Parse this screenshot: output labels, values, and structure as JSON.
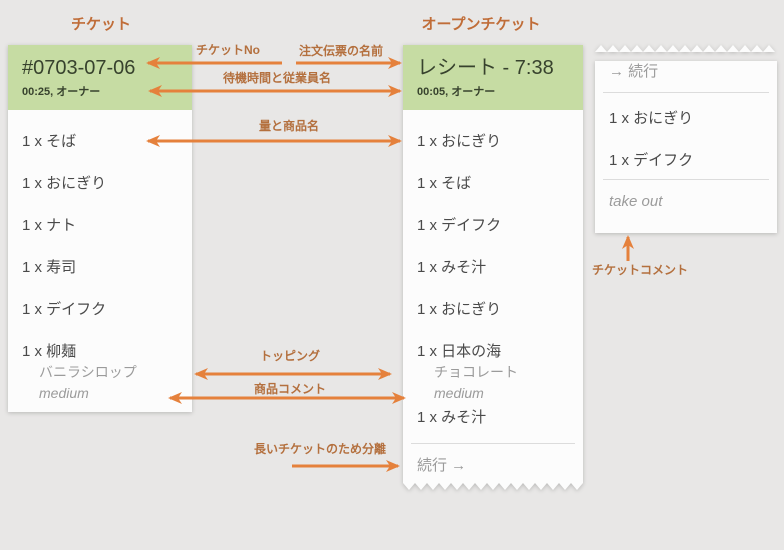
{
  "columns": {
    "left_title": "チケット",
    "right_title": "オープンチケット"
  },
  "left_ticket": {
    "number": "#0703-07-06",
    "meta": "00:25, オーナー",
    "items": [
      "1 x そば",
      "1 x おにぎり",
      "1 x ナト",
      "1 x 寿司",
      "1 x デイフク",
      "1 x 柳麺"
    ],
    "topping": "バニラシロップ",
    "comment": "medium"
  },
  "right_ticket": {
    "name": "レシート - 7:38",
    "meta": "00:05, オーナー",
    "items": [
      "1 x おにぎり",
      "1 x そば",
      "1 x デイフク",
      "1 x みそ汁",
      "1 x おにぎり",
      "1 x 日本の海"
    ],
    "topping": "チョコレート",
    "comment": "medium",
    "last_item": "1 x みそ汁",
    "footer": "続行 →"
  },
  "continuation_card": {
    "header": "→ 続行",
    "items": [
      "1 x おにぎり",
      "1 x デイフク"
    ],
    "comment": "take out"
  },
  "annotations": {
    "ticket_no": "チケットNo",
    "order_name": "注文伝票の名前",
    "wait_time": "待機時間と従業員名",
    "qty_name": "量と商品名",
    "topping": "トッピング",
    "item_comment": "商品コメント",
    "split": "長いチケットのため分離",
    "ticket_comment": "チケットコメント"
  },
  "colors": {
    "arrow": "#e5813c",
    "annotation_label": "#b4703e",
    "column_title": "#c06d38",
    "ticket_header_bg": "#c6dca3",
    "card_bg": "#fcfcfc",
    "page_bg": "#e8e7e6"
  }
}
